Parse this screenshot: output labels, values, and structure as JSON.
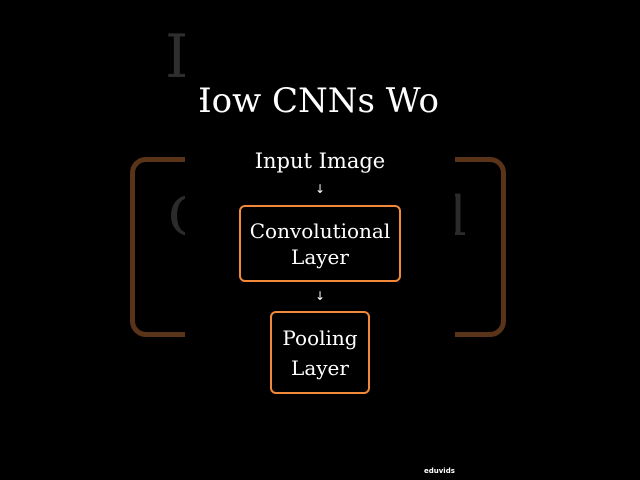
{
  "diagram": {
    "title": "How CNNs Work",
    "nodes": [
      {
        "id": "input",
        "label": "Input Image"
      },
      {
        "id": "conv",
        "label_line1": "Convolutional",
        "label_line2": "Layer"
      },
      {
        "id": "pool",
        "label_line1": "Pooling",
        "label_line2": "Layer"
      }
    ],
    "arrow_glyph": "↓",
    "colors": {
      "background": "#000000",
      "box_border": "#f08a3a",
      "text": "#ffffff"
    }
  },
  "watermark": "eduvids"
}
